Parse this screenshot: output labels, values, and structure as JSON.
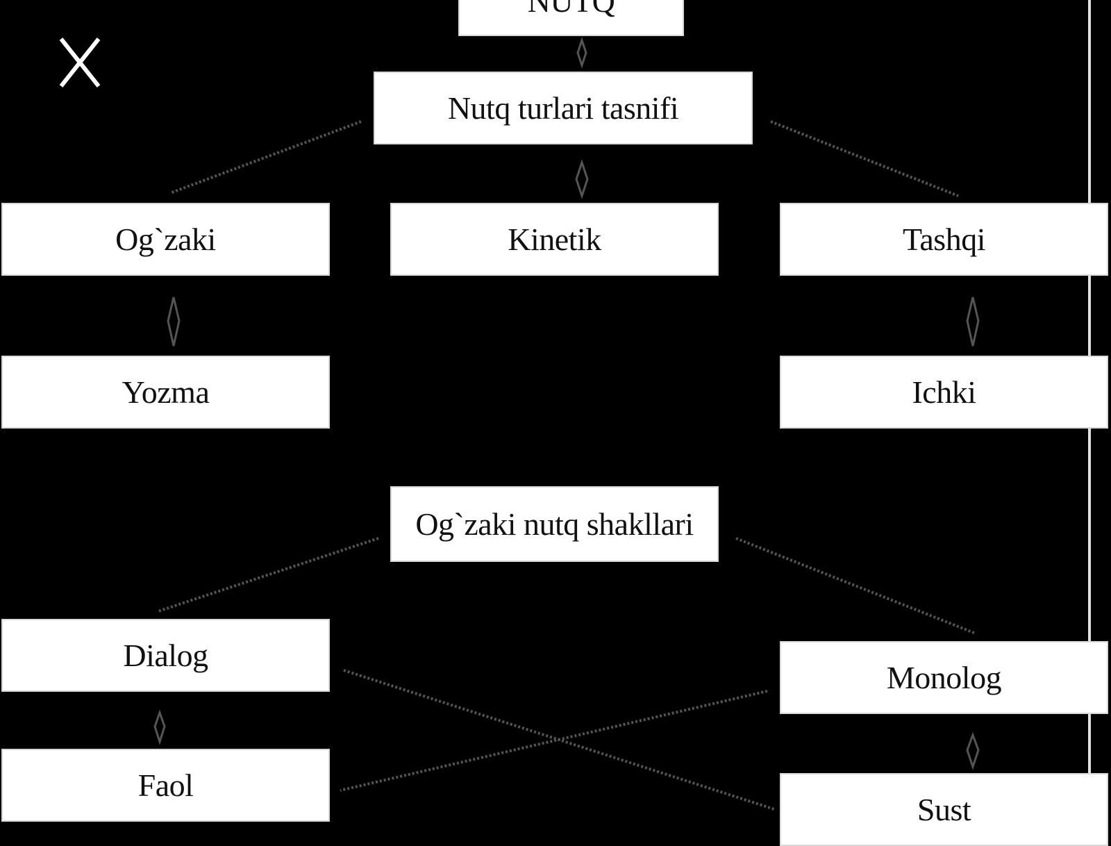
{
  "overlay": {
    "close_icon": "close-icon"
  },
  "diagram": {
    "nodes": {
      "nutq": "NUTQ",
      "tasnif": "Nutq turlari tasnifi",
      "ogzaki": "Og`zaki",
      "kinetik": "Kinetik",
      "tashqi": "Tashqi",
      "yozma": "Yozma",
      "ichki": "Ichki",
      "shakllari": "Og`zaki nutq shakllari",
      "dialog": "Dialog",
      "monolog": "Monolog",
      "faol": "Faol",
      "sust": "Sust"
    }
  },
  "colors": {
    "background": "#000000",
    "node_fill": "#ffffff",
    "connector": "#555555"
  }
}
